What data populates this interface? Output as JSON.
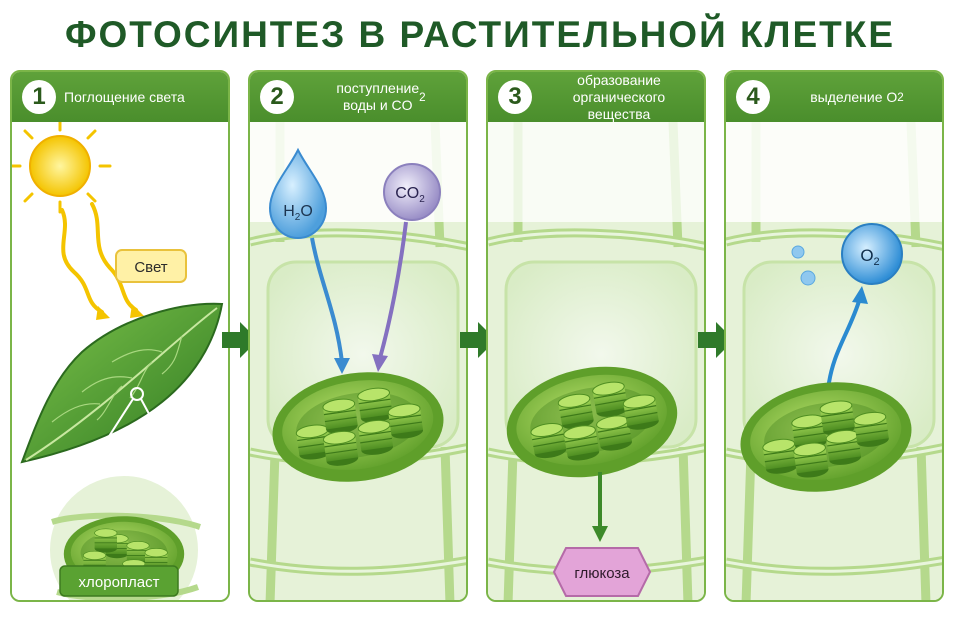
{
  "title": "ФОТОСИНТЕЗ В РАСТИТЕЛЬНОЙ КЛЕТКЕ",
  "steps": [
    {
      "number": "1",
      "label_html": "Поглощение света"
    },
    {
      "number": "2",
      "label_html": "поступление<br>воды и CO<sub>2</sub>"
    },
    {
      "number": "3",
      "label_html": "образование<br>органического вещества"
    },
    {
      "number": "4",
      "label_html": "выделение O<sub>2</sub>"
    }
  ],
  "labels": {
    "light": "Свет",
    "chloroplast": "хлоропласт",
    "glucose": "глюкоза",
    "water_main": "H",
    "water_sub": "2",
    "water_end": "O",
    "co2_main": "CO",
    "co2_sub": "2",
    "o2_main": "O",
    "o2_sub": "2"
  },
  "colors": {
    "title": "#1f5a27",
    "header": "#5fa23a",
    "arrow": "#2f7a2a",
    "water": "#5aa8e0",
    "co2": "#9a8fc7",
    "o2": "#3c9ad8",
    "glucose": "#e3a4d8"
  },
  "icons": [
    "sun-icon",
    "leaf-icon",
    "water-drop-icon",
    "co2-molecule-icon",
    "o2-molecule-icon",
    "chloroplast-icon"
  ]
}
